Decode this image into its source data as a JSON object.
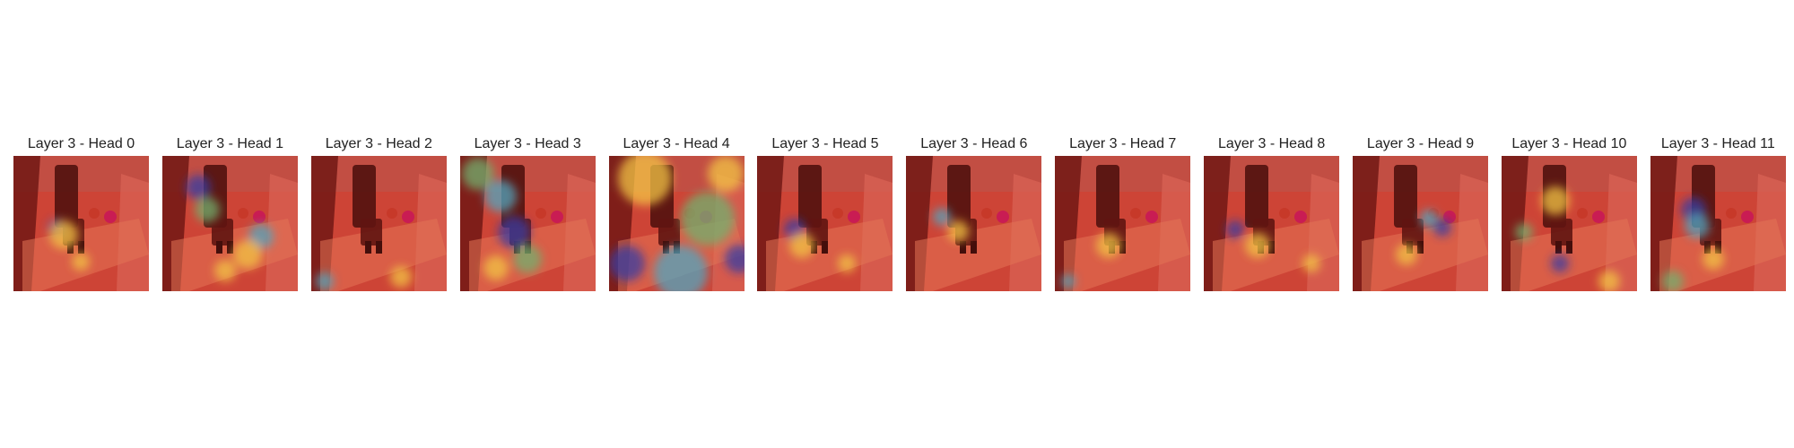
{
  "figure": {
    "panels": [
      {
        "title": "Layer 3 - Head 0"
      },
      {
        "title": "Layer 3 - Head 1"
      },
      {
        "title": "Layer 3 - Head 2"
      },
      {
        "title": "Layer 3 - Head 3"
      },
      {
        "title": "Layer 3 - Head 4"
      },
      {
        "title": "Layer 3 - Head 5"
      },
      {
        "title": "Layer 3 - Head 6"
      },
      {
        "title": "Layer 3 - Head 7"
      },
      {
        "title": "Layer 3 - Head 8"
      },
      {
        "title": "Layer 3 - Head 9"
      },
      {
        "title": "Layer 3 - Head 10"
      },
      {
        "title": "Layer 3 - Head 11"
      }
    ]
  },
  "colors": {
    "base_red": "#c7463a",
    "dark_red": "#5e1414",
    "yellow": "#f2d84a",
    "green": "#5fc27a",
    "cyan": "#39b6d6",
    "blue": "#1b3fb5"
  }
}
